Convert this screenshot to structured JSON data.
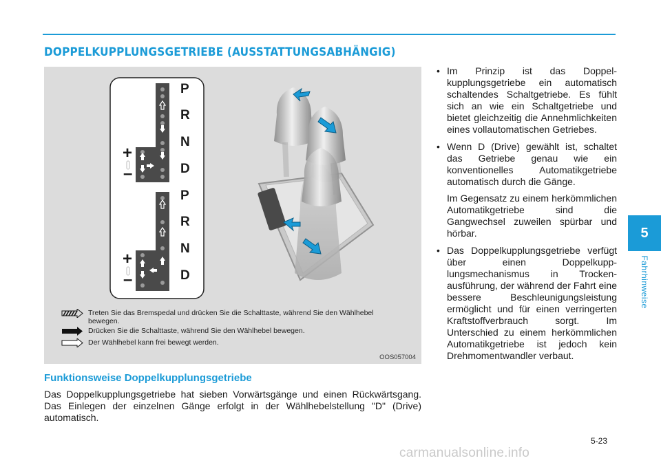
{
  "section_title": "DOPPELKUPPLUNGSGETRIEBE (AUSSTATTUNGSABHÄNGIG)",
  "figure": {
    "gate_letters_top": [
      "P",
      "R",
      "N",
      "D"
    ],
    "gate_letters_bottom": [
      "P",
      "R",
      "N",
      "D"
    ],
    "plus_sign": "+",
    "minus_sign": "–",
    "legend": [
      "Treten Sie das Bremspedal und drücken Sie die Schalttaste, während Sie den Wählhebel bewegen.",
      "Drücken Sie die Schalttaste, während Sie den Wählhebel bewegen.",
      "Der Wählhebel kann frei bewegt werden."
    ],
    "code": "OOS057004"
  },
  "subheading": "Funktionsweise Doppelkupplungsgetriebe",
  "body_text": "Das Doppelkupplungsgetriebe hat sieben Vorwärtsgänge und einen Rückwärtsgang. Das Einlegen der einzelnen Gänge erfolgt in der Wählhebelstellung \"D\" (Drive) automatisch.",
  "bullets": [
    {
      "paragraphs": [
        "Im Prinzip ist das Doppel­kupplungsgetriebe ein automatisch schaltendes Schaltgetriebe. Es fühlt sich an wie ein Schaltgetriebe und bietet gleichzeitig die Annehmlichkeiten eines voll­automatischen Getriebes."
      ]
    },
    {
      "paragraphs": [
        "Wenn D (Drive) gewählt ist, schaltet das Getriebe genau wie ein konventionelles Automatik­getriebe automatisch durch die Gänge.",
        "Im Gegensatz zu einem herkömmlichen Automatikgetriebe sind die Gangwechsel zuweilen spürbar und hörbar."
      ]
    },
    {
      "paragraphs": [
        "Das Doppelkupplungsgetriebe verfügt über einen Doppelkupp­lungsmechanismus in Trocken­ausführung, der während der Fahrt eine bessere Beschleunigungs­leistung ermöglicht und für einen verringerten Kraftstoffverbrauch sorgt. Im Unterschied zu einem herkömmlichen Automatikgetriebe ist jedoch kein Drehmoment­wandler verbaut."
      ]
    }
  ],
  "bullet_symbol": "•",
  "chapter_number": "5",
  "chapter_label": "Fahrhinweise",
  "page_number": "5-23",
  "watermark": "carmanualsonline.info",
  "colors": {
    "accent": "#1b9bd7",
    "figure_bg": "#dcdcdc",
    "gate_plate": "#4a4a4a"
  }
}
